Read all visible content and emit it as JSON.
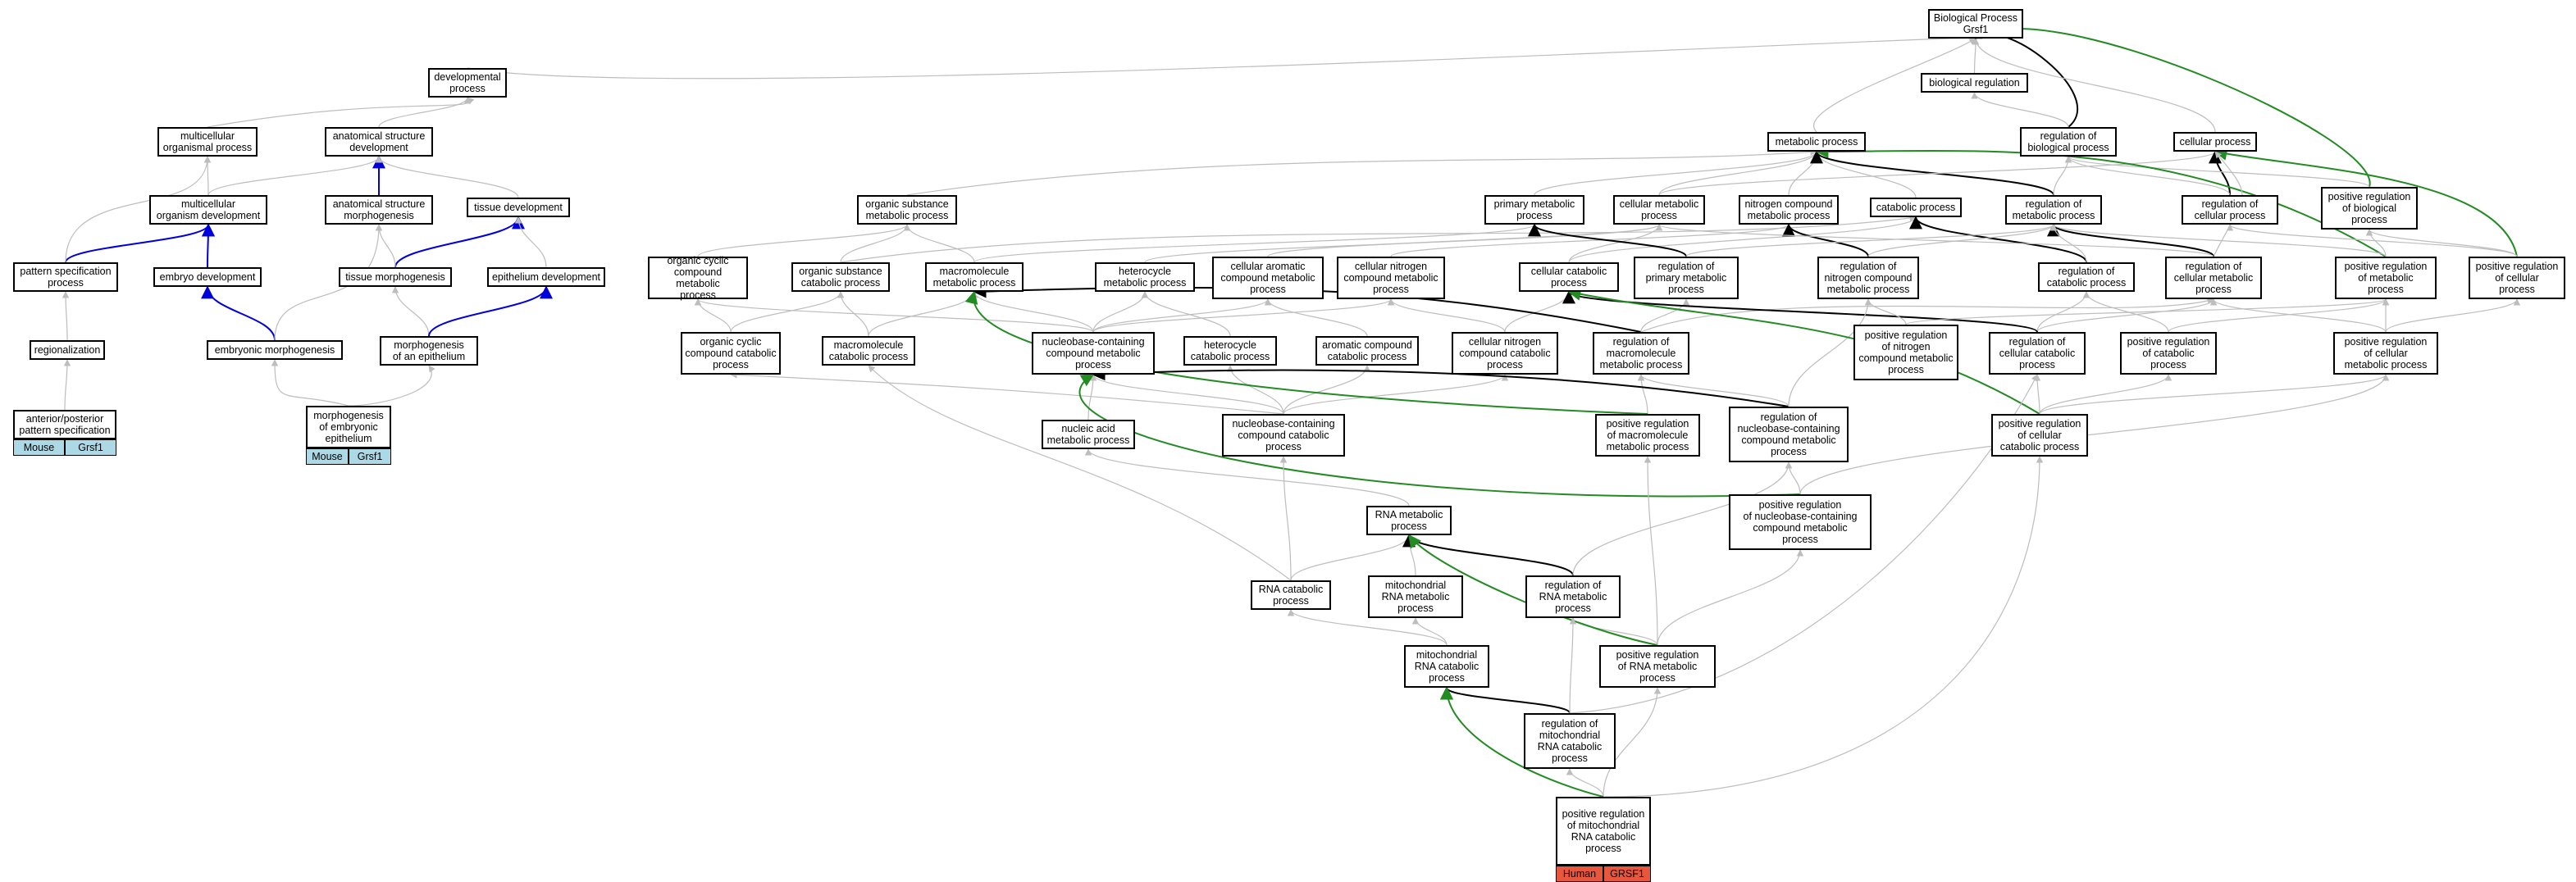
{
  "colors": {
    "is_a": "#bdbdbd",
    "part_of": "#0000dd",
    "regulates": "#000000",
    "positively_regulates": "#228B22",
    "mouse_tag": "#add8e6",
    "human_tag": "#e8563c"
  },
  "nodes": {
    "root": "Biological Process\nGrsf1",
    "dev": "developmental\nprocess",
    "bioreg": "biological regulation",
    "mcop": "multicellular\norganismal process",
    "asd": "anatomical structure\ndevelopment",
    "metab": "metabolic process",
    "regbio": "regulation of\nbiological process",
    "cellproc": "cellular process",
    "mcod": "multicellular\norganism development",
    "asm": "anatomical structure\nmorphogenesis",
    "tissdev": "tissue development",
    "osmp": "organic substance\nmetabolic process",
    "pmp": "primary metabolic\nprocess",
    "cmp": "cellular metabolic\nprocess",
    "ncmp": "nitrogen compound\nmetabolic process",
    "catab": "catabolic process",
    "regmp": "regulation of\nmetabolic process",
    "regcp": "regulation of\ncellular process",
    "posregbio": "positive regulation\nof biological\nprocess",
    "psp": "pattern specification\nprocess",
    "embdev": "embryo development",
    "tissmorph": "tissue morphogenesis",
    "epidev": "epithelium development",
    "occmp": "organic cyclic\ncompound metabolic\nprocess",
    "oscp": "organic substance\ncatabolic process",
    "macmp": "macromolecule\nmetabolic process",
    "hetmp": "heterocycle\nmetabolic process",
    "camp": "cellular aromatic\ncompound metabolic\nprocess",
    "cncmp": "cellular nitrogen\ncompound metabolic\nprocess",
    "ccp": "cellular catabolic\nprocess",
    "regpmp": "regulation of\nprimary metabolic\nprocess",
    "regncmp": "regulation of\nnitrogen compound\nmetabolic process",
    "regcatp": "regulation of\ncatabolic process",
    "regcmp": "regulation of\ncellular metabolic\nprocess",
    "posregmp": "positive regulation\nof metabolic\nprocess",
    "posregcp": "positive regulation\nof cellular\nprocess",
    "regionalization": "regionalization",
    "embmorph": "embryonic morphogenesis",
    "morphepi": "morphogenesis\nof an epithelium",
    "occcp": "organic cyclic\ncompound catabolic\nprocess",
    "maccp": "macromolecule\ncatabolic process",
    "nccmp": "nucleobase-containing\ncompound metabolic\nprocess",
    "hetcp": "heterocycle\ncatabolic process",
    "accp": "aromatic compound\ncatabolic process",
    "cnccp": "cellular nitrogen\ncompound catabolic\nprocess",
    "regmacmp": "regulation of\nmacromolecule\nmetabolic process",
    "posregncmp": "positive regulation\nof nitrogen\ncompound metabolic\nprocess",
    "regccp": "regulation of\ncellular catabolic\nprocess",
    "posregcatp": "positive regulation\nof catabolic\nprocess",
    "posregcmp": "positive regulation\nof cellular\nmetabolic process",
    "apps": "anterior/posterior\npattern specification",
    "morphembepi": "morphogenesis\nof embryonic\nepithelium",
    "namp": "nucleic acid\nmetabolic process",
    "ncccp": "nucleobase-containing\ncompound catabolic\nprocess",
    "posregmacmp": "positive regulation\nof macromolecule\nmetabolic process",
    "regnccmp": "regulation of\nnucleobase-containing\ncompound metabolic\nprocess",
    "posregccp": "positive regulation\nof cellular\ncatabolic process",
    "posregnccmp": "positive regulation\nof nucleobase-containing\ncompound metabolic\nprocess",
    "rnamp": "RNA metabolic\nprocess",
    "rnacp": "RNA catabolic\nprocess",
    "mitornamp": "mitochondrial\nRNA metabolic\nprocess",
    "regrnamp": "regulation of\nRNA metabolic\nprocess",
    "mitornacp": "mitochondrial\nRNA catabolic\nprocess",
    "posregrnamp": "positive regulation\nof RNA metabolic\nprocess",
    "regmitornacp": "regulation of\nmitochondrial\nRNA catabolic\nprocess",
    "posregmitornacp": "positive regulation\nof mitochondrial\nRNA catabolic\nprocess"
  },
  "tags": {
    "apps_species": "Mouse",
    "apps_gene": "Grsf1",
    "morphembepi_species": "Mouse",
    "morphembepi_gene": "Grsf1",
    "posregmitornacp_species": "Human",
    "posregmitornacp_gene": "GRSF1"
  }
}
